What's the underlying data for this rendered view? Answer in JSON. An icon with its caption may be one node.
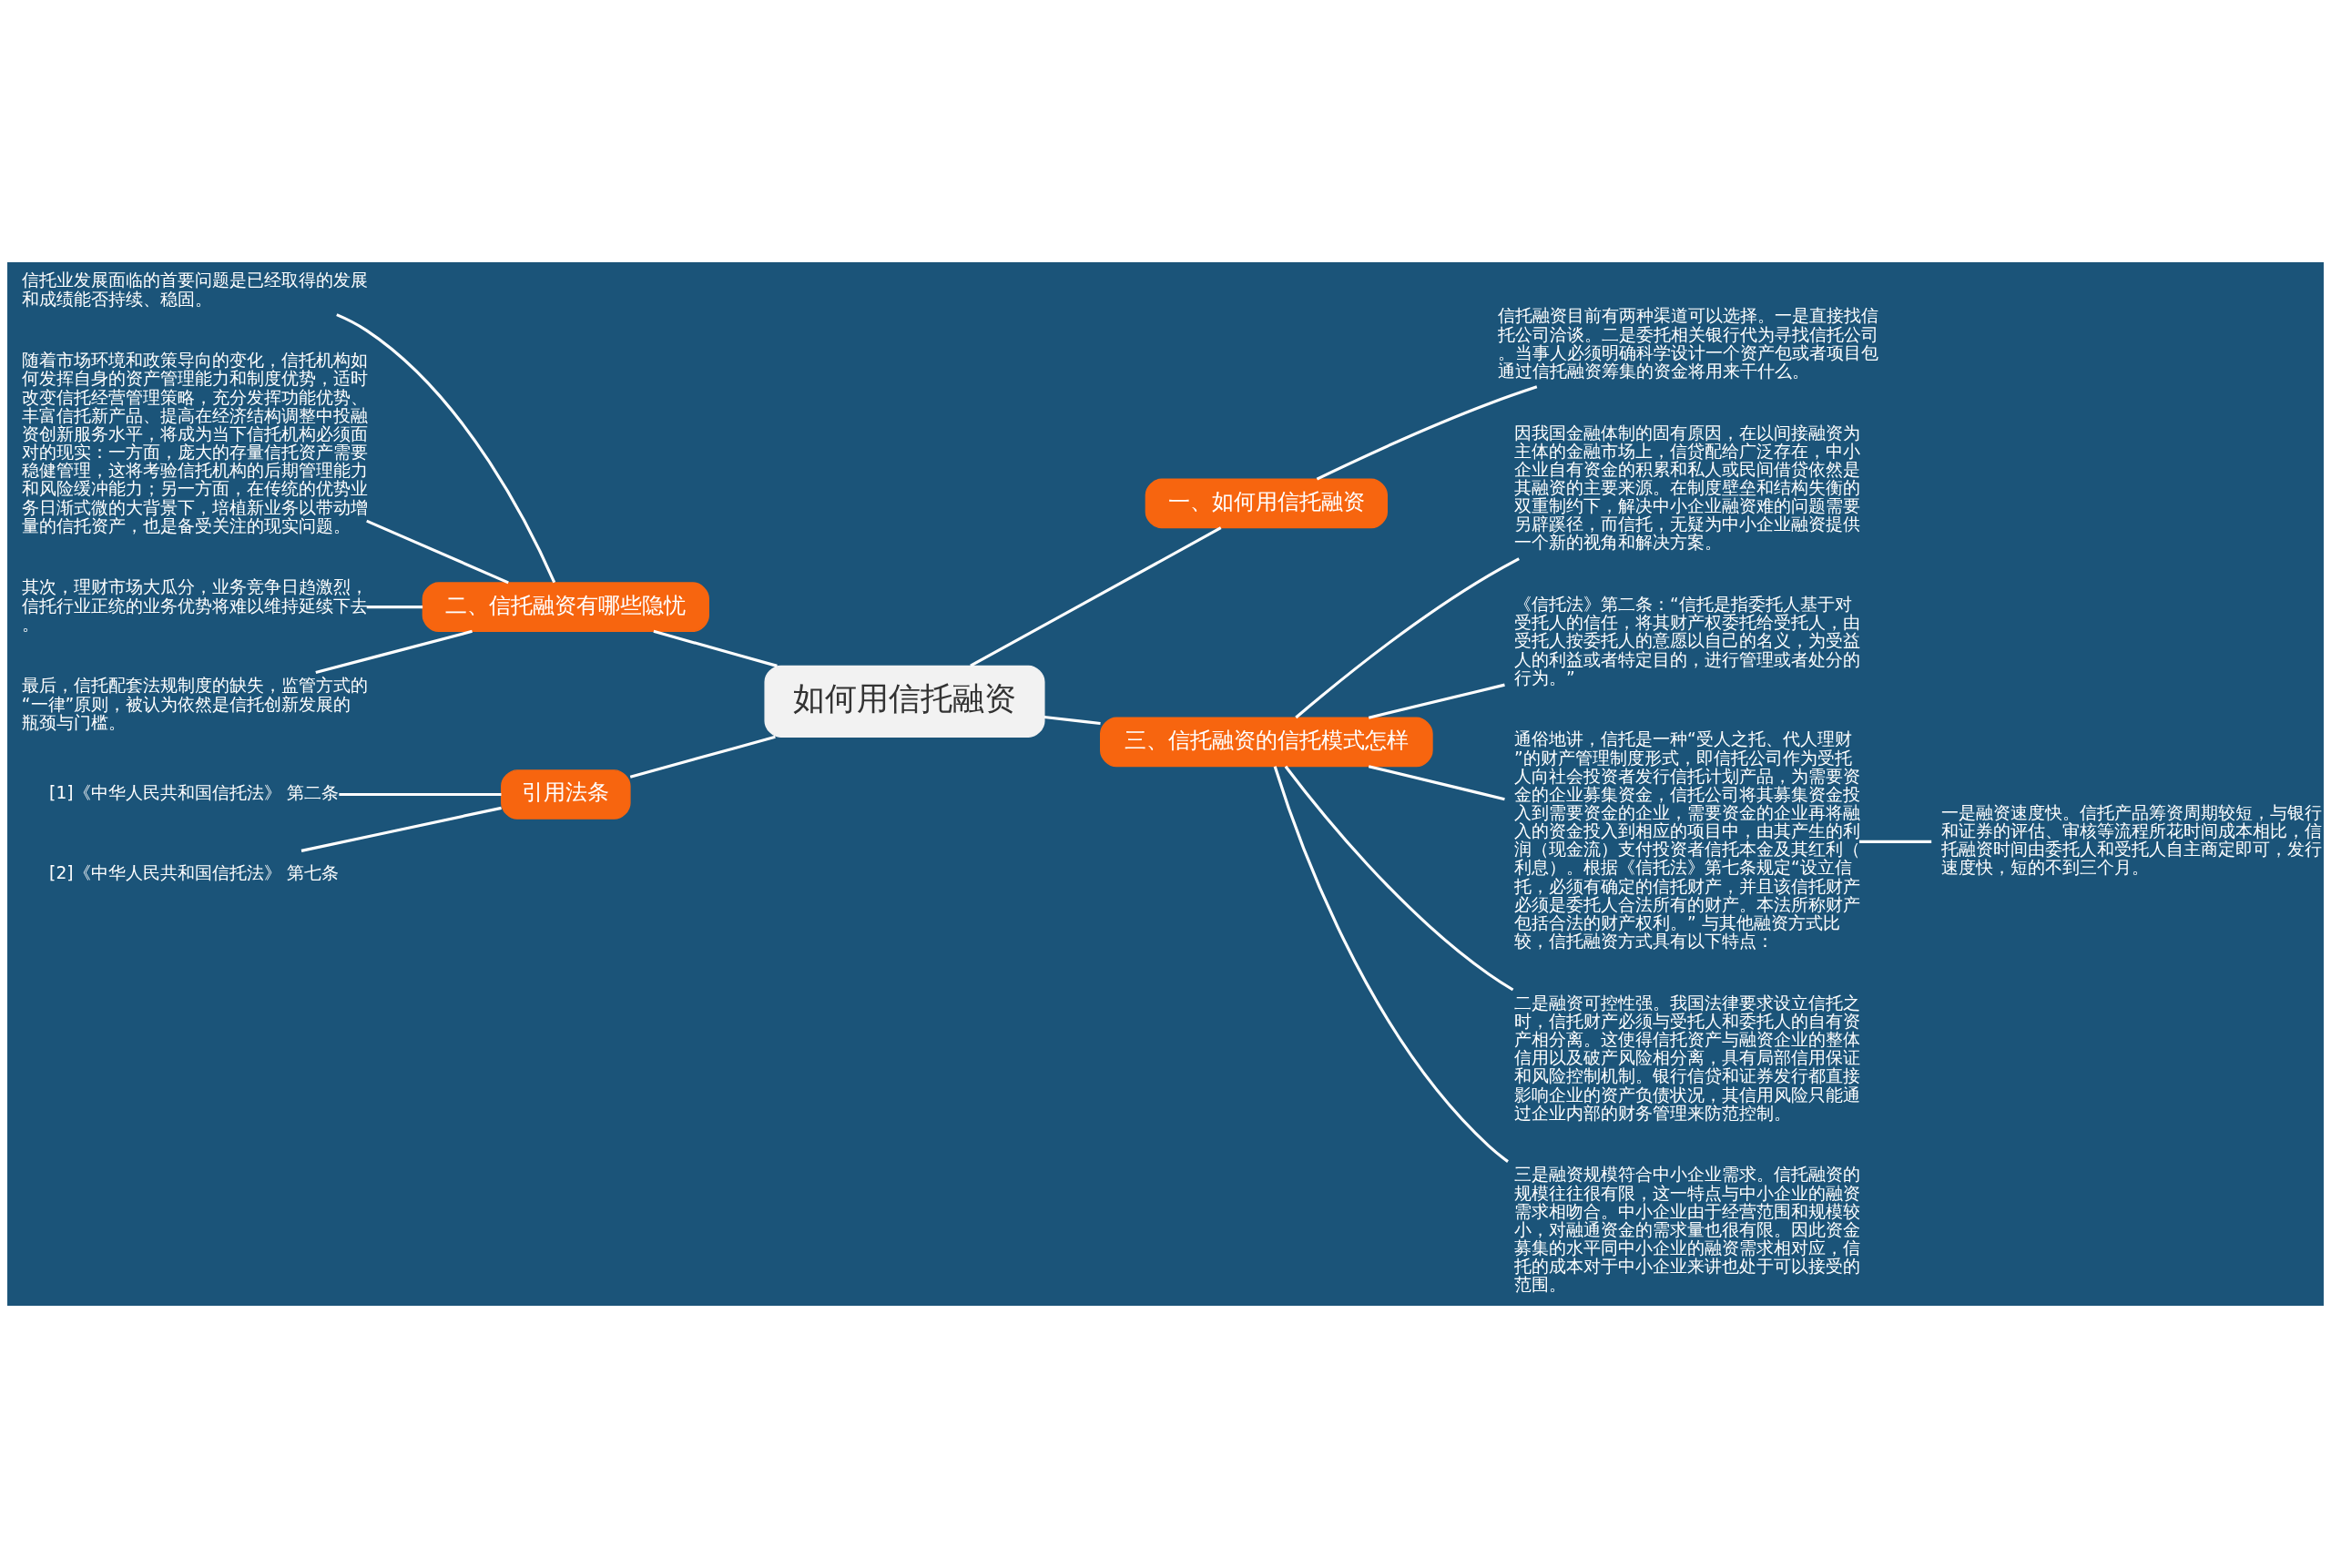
{
  "diagram": {
    "nodes": [
      {
        "text": [
          "如何用信托融资"
        ]
      },
      {
        "text": [
          "一、如何用信托融资"
        ]
      },
      {
        "text": [
          "信托融资目前有两种渠道可以选择。一是直接找信托公司洽谈。二是委托相关银行代为寻找信托公司。当事人必须明确科学设计一个资产包或者项目包通过信托融资筹集的资金将用来干什么。"
        ]
      },
      {
        "text": [
          "二、信托融资有哪些隐忧"
        ]
      },
      {
        "text": [
          "信托业发展面临的首要问题是已经取得的发展和成绩能否持续、稳固。"
        ]
      },
      {
        "text": [
          "随着市场环境和政策导向的变化，信托机构如何发挥自身的资产管理能力和制度优势，适时改变信托经营管理策略，充分发挥功能优势、丰富信托新产品、提高在经济结构调整中投融资创新服务水平，将成为当下信托机构必须面对的现实：一方面，庞大的存量信托资产需要稳健管理，这将考验信托机构的后期管理能力和风险缓冲能力；另一方面，在传统的优势业务日渐式微的大背景下，培植新业务以带动增量的信托资产，也是备受关注的现实问题。"
        ]
      },
      {
        "text": [
          "其次，理财市场大瓜分，业务竞争日趋激烈，信托行业正统的业务优势将难以维持延续下去。"
        ]
      },
      {
        "text": [
          "最后，信托配套法规制度的缺失，监管方式的“一律”原则，被认为依然是信托创新发展的瓶颈与门槛。"
        ]
      },
      {
        "text": [
          "三、信托融资的信托模式怎样"
        ]
      },
      {
        "text": [
          "因我国金融体制的固有原因，在以间接融资为主体的金融市场上，信贷配给广泛存在，中小企业自有资金的积累和私人或民间借贷依然是其融资的主要来源。在制度壁垒和结构失衡的双重制约下，解决中小企业融资难的问题需要另辟蹊径，而信托，无疑为中小企业融资提供一个新的视角和解决方案。"
        ]
      },
      {
        "text": [
          "《信托法》第二条：“信托是指委托人基于对受托人的信任，将其财产权委托给受托人，由受托人按委托人的意愿以自己的名义，为受益人的利益或者特定目的，进行管理或者处分的行为。”"
        ]
      },
      {
        "text": [
          "通俗地讲，信托是一种“受人之托、代人理财”的财产管理制度形式，即信托公司作为受托人向社会投资者发行信托计划产品，为需要资金的企业募集资金，信托公司将其募集资金投入到需要资金的企业，需要资金的企业再将融入的资金投入到相应的项目中，由其产生的利润（现金流）支付投资者信托本金及其红利（利息）。根据《信托法》第七条规定“设立信托，必须有确定的信托财产，并且该信托财产必须是委托人合法所有的财产。本法所称财产包括合法的财产权利。” 与其他融资方式比较，信托融资方式具有以下特点："
        ]
      },
      {
        "text": [
          "一是融资速度快。信托产品筹资周期较短，与银行和证券的评估、审核等流程所花时间成本相比，信托融资时间由委托人和受托人自主商定即可，发行速度快，短的不到三个月。"
        ]
      },
      {
        "text": [
          "二是融资可控性强。我国法律要求设立信托之时，信托财产必须与受托人和委托人的自有资产相分离。这使得信托资产与融资企业的整体信用以及破产风险相分离，具有局部信用保证和风险控制机制。银行信贷和证券发行都直接影响企业的资产负债状况，其信用风险只能通过企业内部的财务管理来防范控制。"
        ]
      },
      {
        "text": [
          "三是融资规模符合中小企业需求。信托融资的规模往往很有限，这一特点与中小企业的融资需求相吻合。中小企业由于经营范围和规模较小，对融通资金的需求量也很有限。因此资金募集的水平同中小企业的融资需求相对应，信托的成本对于中小企业来讲也处于可以接受的范围。"
        ]
      },
      {
        "text": [
          "引用法条"
        ]
      },
      {
        "text": [
          "[1]《中华人民共和国信托法》 第二条"
        ]
      },
      {
        "text": [
          "[2]《中华人民共和国信托法》 第七条"
        ]
      }
    ],
    "edges": [
      {
        "from": 0,
        "to": 1,
        "arrow": "none"
      },
      {
        "from": 1,
        "to": 2,
        "arrow": "none"
      },
      {
        "from": 0,
        "to": 3,
        "arrow": "none"
      },
      {
        "from": 3,
        "to": 4,
        "arrow": "none"
      },
      {
        "from": 3,
        "to": 5,
        "arrow": "none"
      },
      {
        "from": 3,
        "to": 6,
        "arrow": "none"
      },
      {
        "from": 3,
        "to": 7,
        "arrow": "none"
      },
      {
        "from": 0,
        "to": 8,
        "arrow": "none"
      },
      {
        "from": 8,
        "to": 9,
        "arrow": "none"
      },
      {
        "from": 8,
        "to": 10,
        "arrow": "none"
      },
      {
        "from": 8,
        "to": 11,
        "arrow": "none"
      },
      {
        "from": 11,
        "to": 12,
        "arrow": "none"
      },
      {
        "from": 8,
        "to": 13,
        "arrow": "none"
      },
      {
        "from": 8,
        "to": 14,
        "arrow": "none"
      },
      {
        "from": 0,
        "to": 15,
        "arrow": "none"
      },
      {
        "from": 15,
        "to": 16,
        "arrow": "none"
      },
      {
        "from": 15,
        "to": 17,
        "arrow": "none"
      }
    ]
  }
}
